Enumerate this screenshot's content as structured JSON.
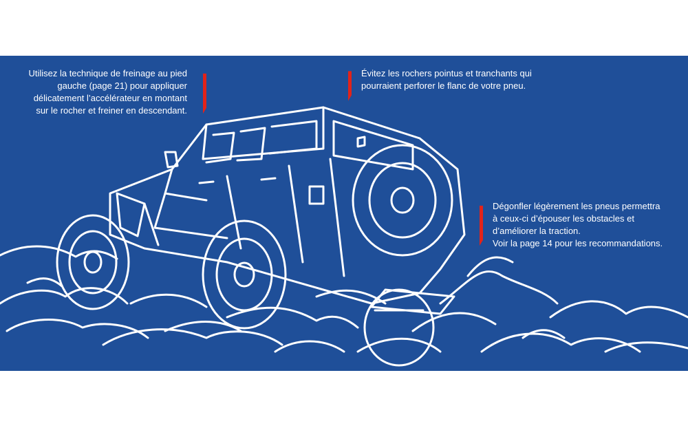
{
  "colors": {
    "background": "#1f4f99",
    "line_art": "#ffffff",
    "accent": "#e2231a"
  },
  "notes": {
    "left": [
      "Utilisez la technique de freinage au pied",
      "gauche (page 21) pour appliquer",
      "délicatement l’accélérateur en montant",
      "sur le rocher et freiner en descendant."
    ],
    "top": [
      "Évitez les rochers pointus et tranchants qui",
      "pourraient perforer le flanc de votre pneu."
    ],
    "right": [
      "Dégonfler légèrement les pneus permettra",
      "à ceux-ci d’épouser les obstacles et",
      "d’améliorer la traction.",
      "Voir la page 14 pour les recommandations."
    ]
  }
}
